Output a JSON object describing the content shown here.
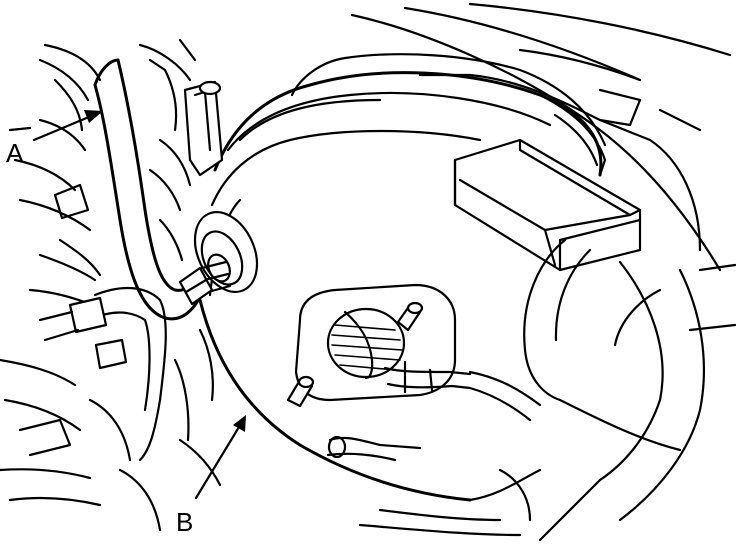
{
  "figure": {
    "callouts": [
      {
        "id": "A",
        "label": "A"
      },
      {
        "id": "B",
        "label": "B"
      }
    ]
  },
  "colors": {
    "line": "#000000",
    "background": "#ffffff"
  }
}
